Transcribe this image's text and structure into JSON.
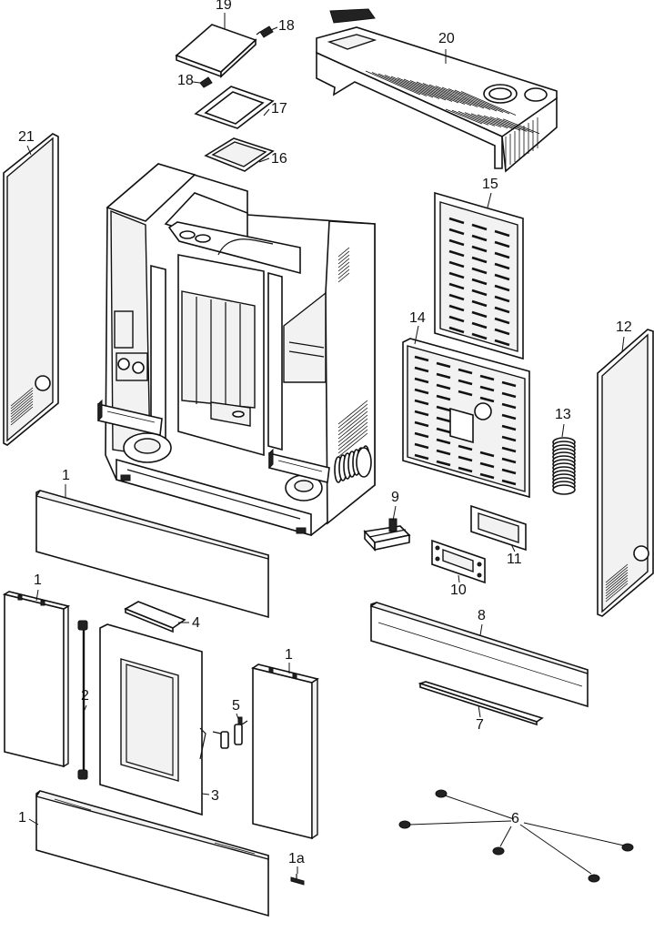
{
  "diagram": {
    "labels": {
      "p1_plinth": "1",
      "p1_left_panel": "1",
      "p1_right_panel": "1",
      "p1_bottom_plinth": "1",
      "p1a": "1a",
      "p2": "2",
      "p3": "3",
      "p4": "4",
      "p5": "5",
      "p6": "6",
      "p7": "7",
      "p8": "8",
      "p9": "9",
      "p10": "10",
      "p11": "11",
      "p12": "12",
      "p13": "13",
      "p14": "14",
      "p15": "15",
      "p16": "16",
      "p17": "17",
      "p18_top": "18",
      "p18_left": "18",
      "p19": "19",
      "p20": "20",
      "p21": "21"
    }
  }
}
